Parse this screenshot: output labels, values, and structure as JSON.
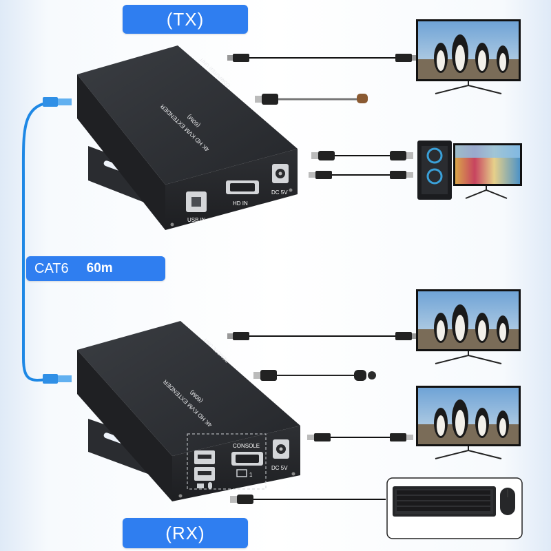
{
  "labels": {
    "tx": "(TX)",
    "rx": "(RX)",
    "cable_type": "CAT6",
    "cable_length": "60m"
  },
  "tx_unit": {
    "top_name": "4K HD KVM EXTENDER",
    "top_range": "(60M)",
    "top_role": "COMPUTER UNIT",
    "port_usb": "USB IN",
    "port_hd": "HD IN",
    "port_dc": "DC 5V"
  },
  "rx_unit": {
    "top_name": "4K HD KVM EXTENDER",
    "top_range": "(60M)",
    "top_role": "REMOTE UNIT",
    "port_console": "CONSOLE",
    "port_dc": "DC 5V",
    "port_hd_index": "1"
  },
  "colors": {
    "accent": "#2f7ef0",
    "lan_cable": "#1e88e5",
    "device_body": "#2b2d31"
  },
  "icons": [
    "monitor-icon",
    "pc-tower-icon",
    "keyboard-icon",
    "mouse-icon",
    "usb-plug-icon",
    "hdmi-plug-icon",
    "dc-plug-icon",
    "rj45-plug-icon"
  ]
}
